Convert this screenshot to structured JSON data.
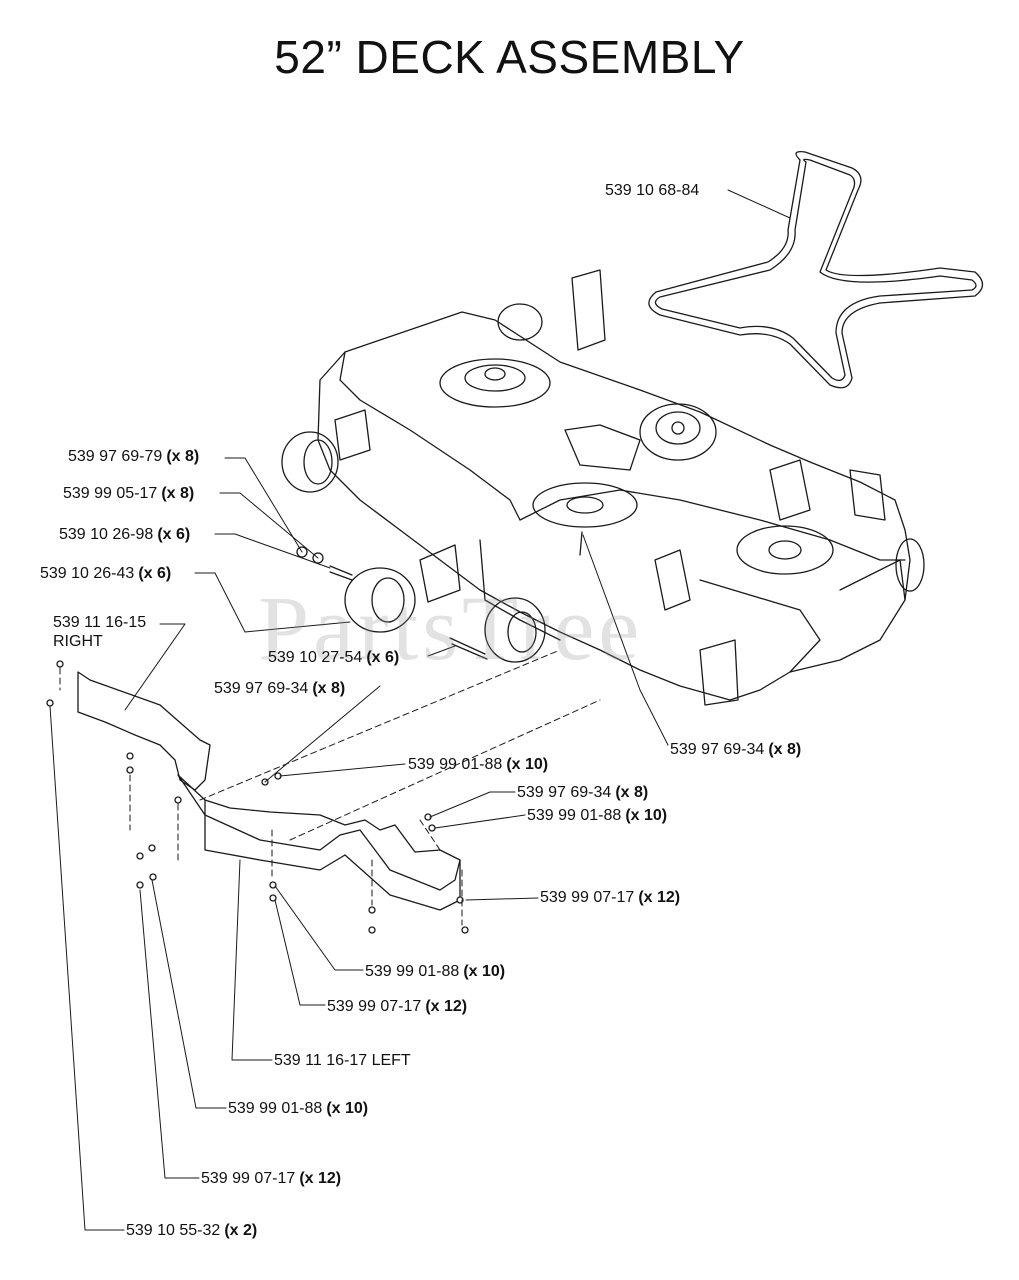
{
  "title": "52” DECK ASSEMBLY",
  "watermark": "PartsTree",
  "callouts": [
    {
      "id": "belt",
      "part": "539 10 68-84",
      "qty": ""
    },
    {
      "id": "bolt-wheel",
      "part": "539 97 69-79",
      "qty": "(x 8)"
    },
    {
      "id": "washer-wheel",
      "part": "539 99 05-17",
      "qty": "(x 8)"
    },
    {
      "id": "spacer-wheel",
      "part": "539 10 26-98",
      "qty": "(x 6)"
    },
    {
      "id": "wheel",
      "part": "539 10 26-43",
      "qty": "(x 6)"
    },
    {
      "id": "baffle-right",
      "part": "539 11 16-15",
      "qty": "",
      "extra": "RIGHT"
    },
    {
      "id": "wheel-bolt-long",
      "part": "539 10 27-54",
      "qty": "(x 6)"
    },
    {
      "id": "screw-a",
      "part": "539 97 69-34",
      "qty": "(x 8)"
    },
    {
      "id": "screw-deck",
      "part": "539 97 69-34",
      "qty": "(x 8)"
    },
    {
      "id": "nut-a",
      "part": "539 99 01-88",
      "qty": "(x 10)"
    },
    {
      "id": "screw-b",
      "part": "539 97 69-34",
      "qty": "(x 8)"
    },
    {
      "id": "nut-b",
      "part": "539 99 01-88",
      "qty": "(x 10)"
    },
    {
      "id": "washer-a",
      "part": "539 99 07-17",
      "qty": "(x 12)"
    },
    {
      "id": "nut-c",
      "part": "539 99 01-88",
      "qty": "(x 10)"
    },
    {
      "id": "washer-b",
      "part": "539 99 07-17",
      "qty": "(x 12)"
    },
    {
      "id": "baffle-left",
      "part": "539 11 16-17 LEFT",
      "qty": ""
    },
    {
      "id": "nut-d",
      "part": "539 99 01-88",
      "qty": "(x 10)"
    },
    {
      "id": "washer-c",
      "part": "539 99 07-17",
      "qty": "(x 12)"
    },
    {
      "id": "pin",
      "part": "539 10 55-32",
      "qty": "(x 2)"
    }
  ]
}
